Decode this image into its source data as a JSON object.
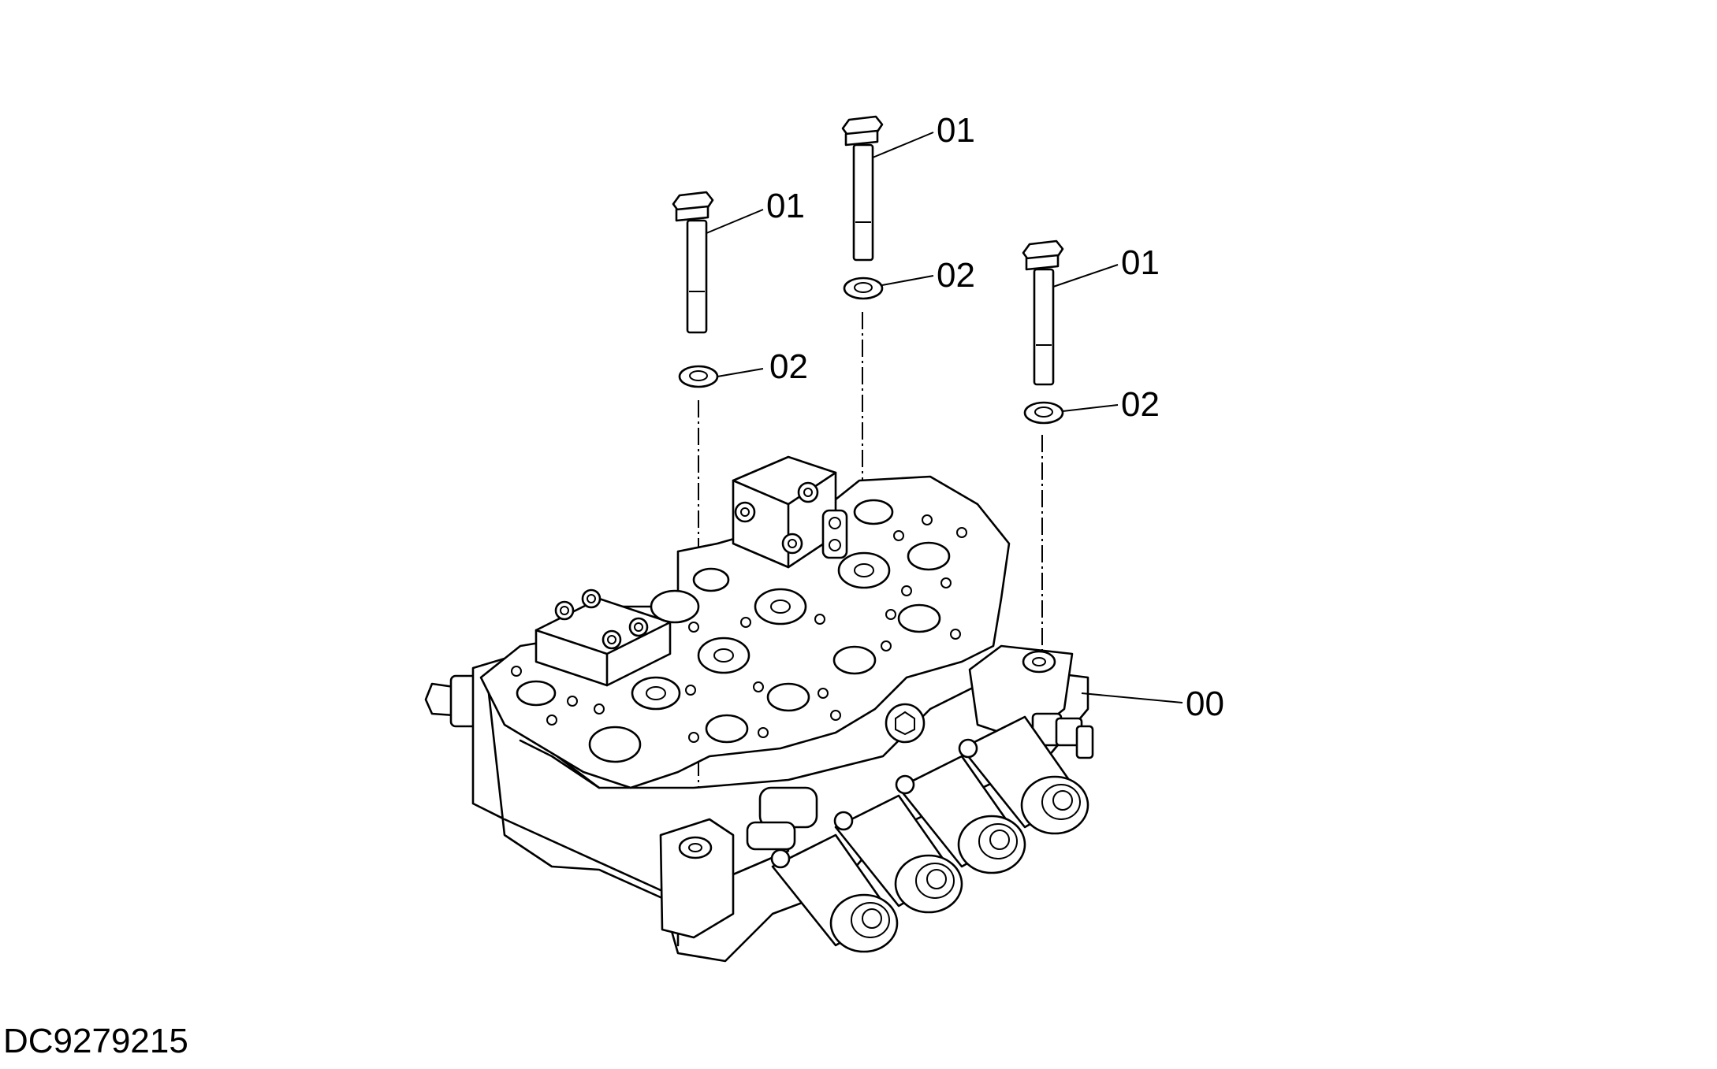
{
  "drawing_id": "DC9279215",
  "callouts": {
    "bolt_a": "01",
    "bolt_b": "01",
    "bolt_c": "01",
    "washer_a": "02",
    "washer_b": "02",
    "washer_c": "02",
    "valve_body": "00"
  }
}
